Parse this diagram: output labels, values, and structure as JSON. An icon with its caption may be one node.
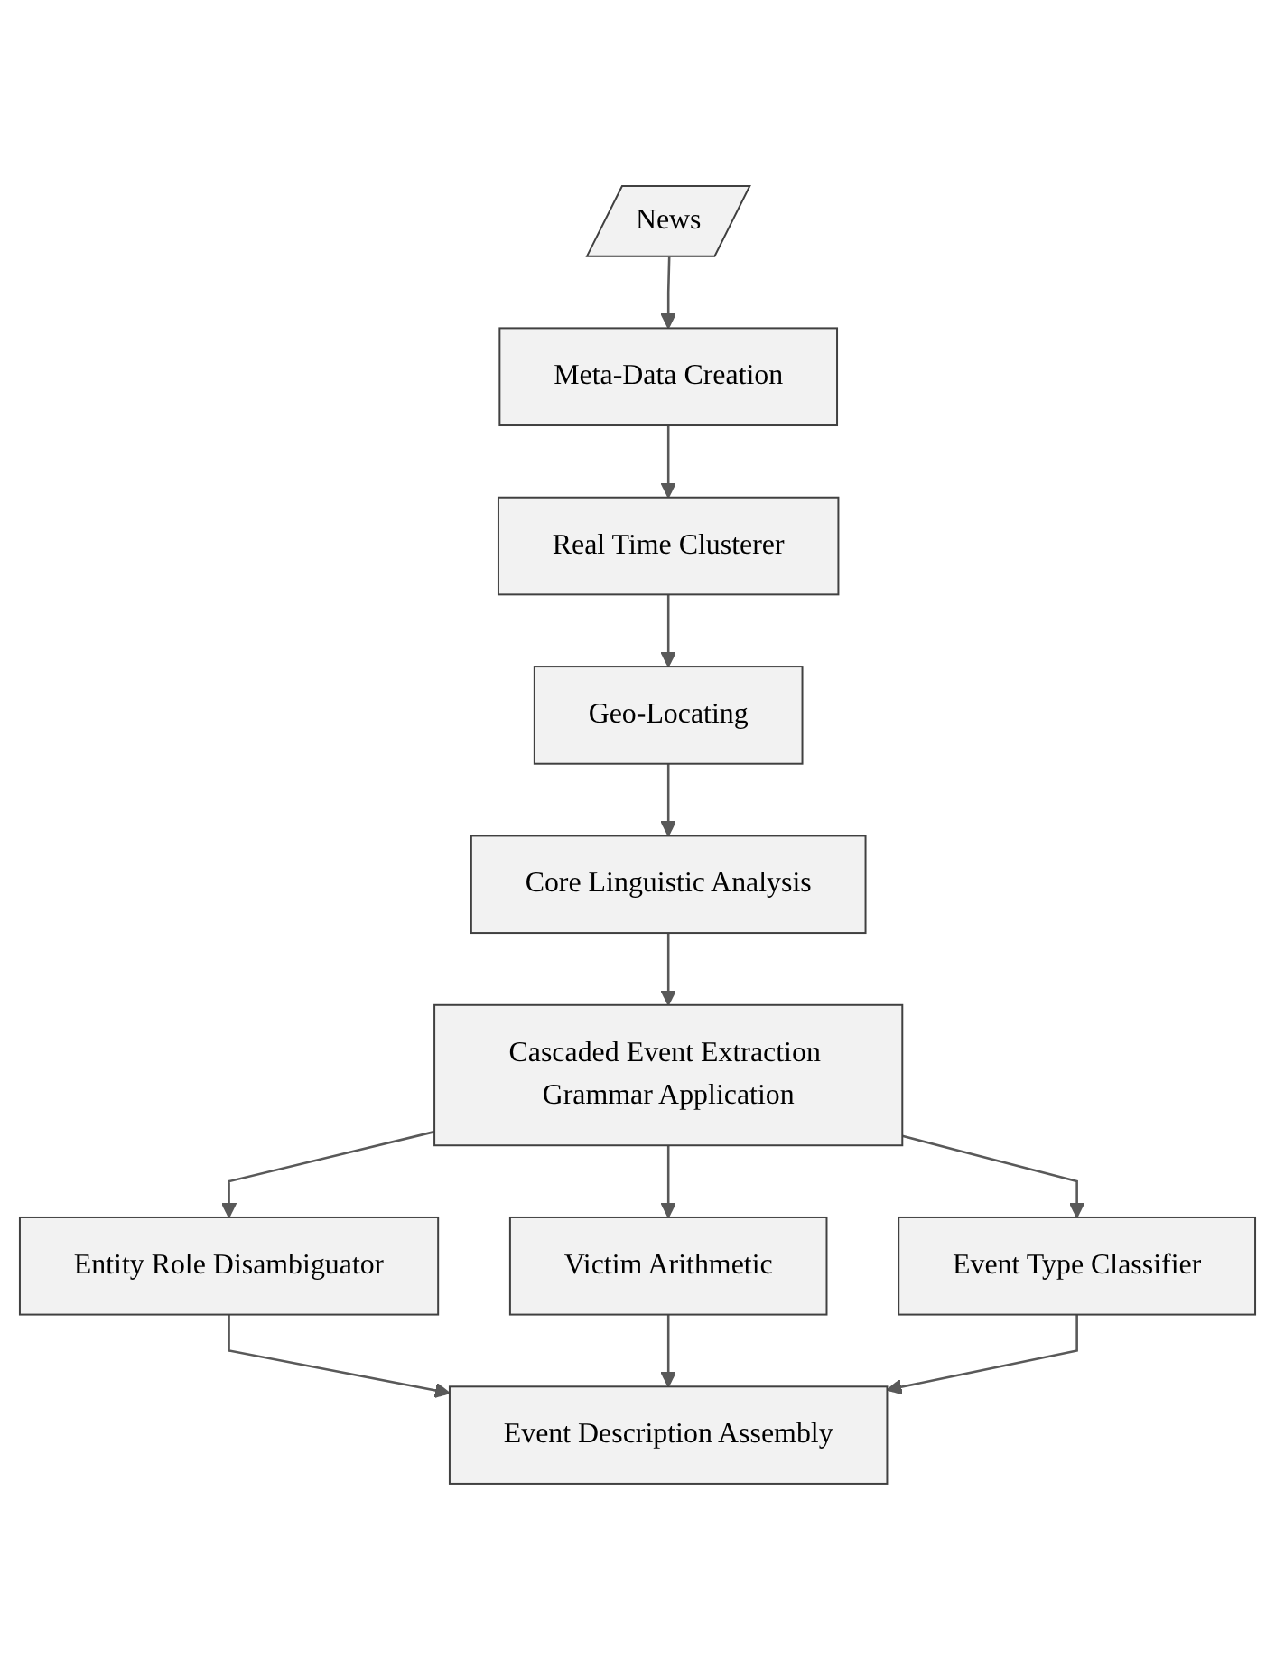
{
  "diagram": {
    "nodes": [
      {
        "text": [
          "News"
        ]
      },
      {
        "text": [
          "Meta-Data Creation"
        ]
      },
      {
        "text": [
          "Real Time Clusterer"
        ]
      },
      {
        "text": [
          "Geo-Locating"
        ]
      },
      {
        "text": [
          "Core Linguistic Analysis"
        ]
      },
      {
        "text": [
          "Cascaded Event Extraction Grammar Application"
        ]
      },
      {
        "text": [
          "Entity Role Disambiguator"
        ]
      },
      {
        "text": [
          "Victim Arithmetic"
        ]
      },
      {
        "text": [
          "Event Type Classifier"
        ]
      },
      {
        "text": [
          "Event Description Assembly"
        ]
      }
    ],
    "edges": [
      {
        "from": 0,
        "to": 1,
        "arrow": "to"
      },
      {
        "from": 1,
        "to": 2,
        "arrow": "to"
      },
      {
        "from": 2,
        "to": 3,
        "arrow": "to"
      },
      {
        "from": 3,
        "to": 4,
        "arrow": "to"
      },
      {
        "from": 4,
        "to": 5,
        "arrow": "to"
      },
      {
        "from": 5,
        "to": 6,
        "arrow": "to"
      },
      {
        "from": 5,
        "to": 7,
        "arrow": "to"
      },
      {
        "from": 5,
        "to": 8,
        "arrow": "to"
      },
      {
        "from": 6,
        "to": 9,
        "arrow": "to"
      },
      {
        "from": 7,
        "to": 9,
        "arrow": "to"
      },
      {
        "from": 8,
        "to": 9,
        "arrow": "to"
      }
    ]
  }
}
